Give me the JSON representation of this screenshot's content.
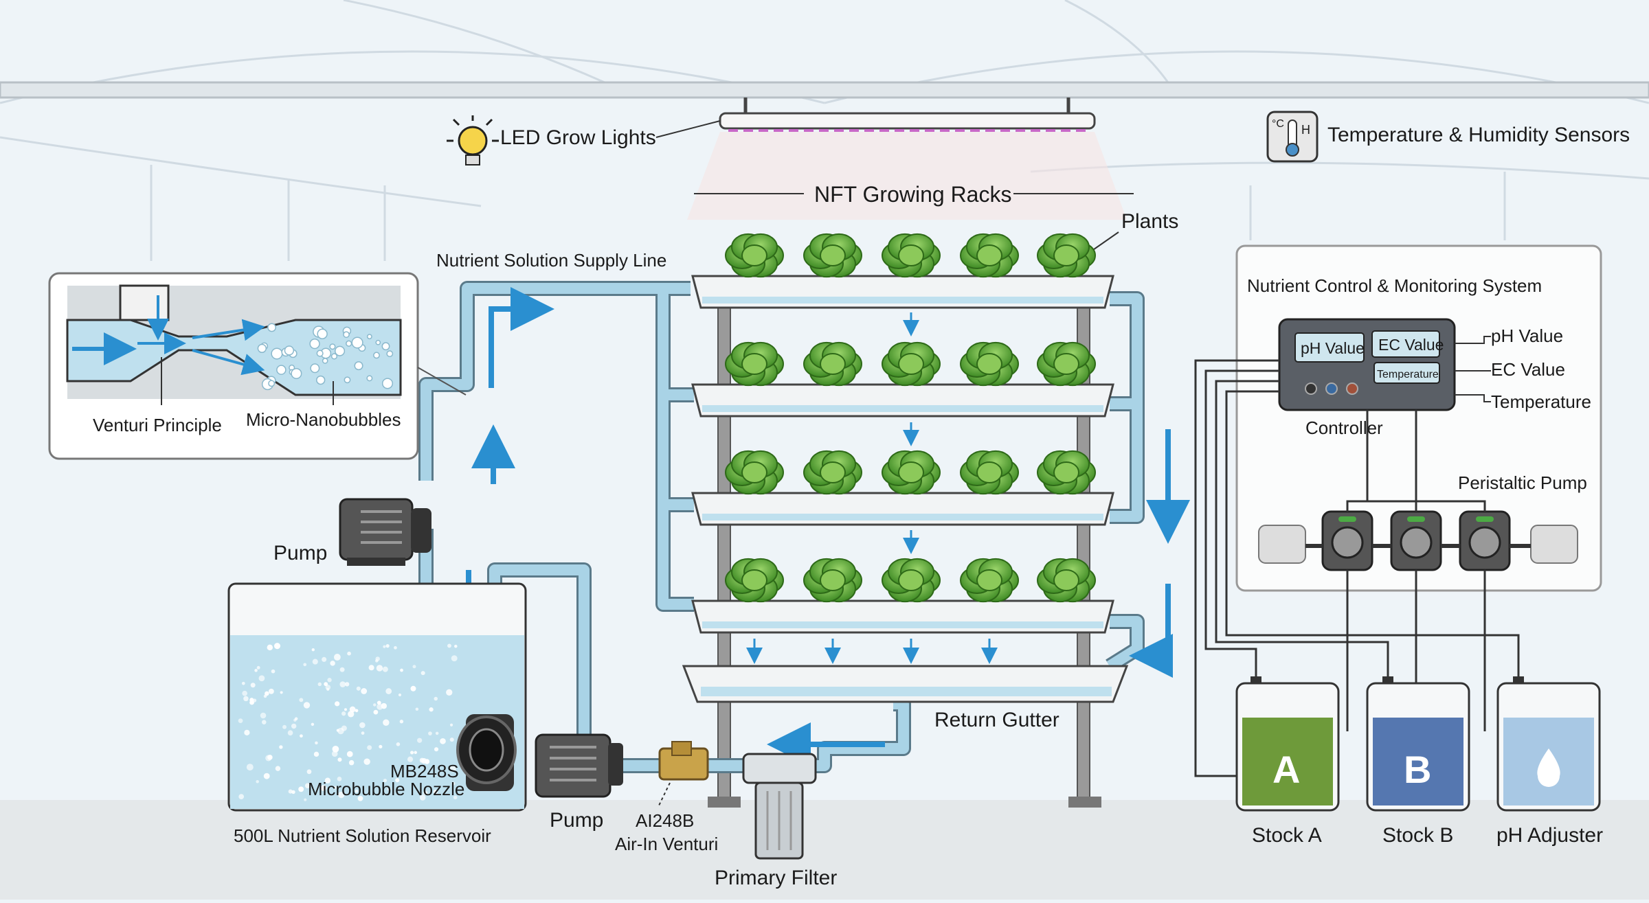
{
  "labels": {
    "led_grow_lights": "LED Grow Lights",
    "temp_humidity_sensors": "Temperature & Humidity Sensors",
    "nft_growing_racks": "NFT Growing Racks",
    "plants": "Plants",
    "supply_line": "Nutrient Solution Supply Line",
    "venturi_principle": "Venturi Principle",
    "micro_nanobubbles": "Micro-Nanobubbles",
    "pump_left": "Pump",
    "pump_bottom": "Pump",
    "nozzle_model": "MB248S",
    "nozzle_name": "Microbubble Nozzle",
    "reservoir": "500L Nutrient Solution Reservoir",
    "venturi_model": "AI248B",
    "venturi_name": "Air-In Venturi",
    "primary_filter": "Primary Filter",
    "return_gutter": "Return Gutter",
    "control_system": "Nutrient Control & Monitoring System",
    "ph_value_display": "pH Value",
    "ec_value_display": "EC Value",
    "temperature_display": "Temperature",
    "ph_value": "pH Value",
    "ec_value": "EC Value",
    "temperature": "Temperature",
    "controller": "Controller",
    "peristaltic_pump": "Peristaltic Pump",
    "stock_a": "Stock A",
    "stock_b": "Stock B",
    "ph_adjuster": "pH Adjuster",
    "tank_a_letter": "A",
    "tank_b_letter": "B",
    "sensor_c_glyph": "°C",
    "sensor_h_glyph": "H"
  },
  "colors": {
    "water": "#bfe0ee",
    "pipe": "#a9d3e6",
    "arrow": "#2a8fd0",
    "stock_a": "#6e9a3a",
    "stock_b": "#5577b0",
    "ph_liquid": "#a8c8e4",
    "led_line": "#c868c8",
    "plant_green": "#4e9a2a"
  }
}
